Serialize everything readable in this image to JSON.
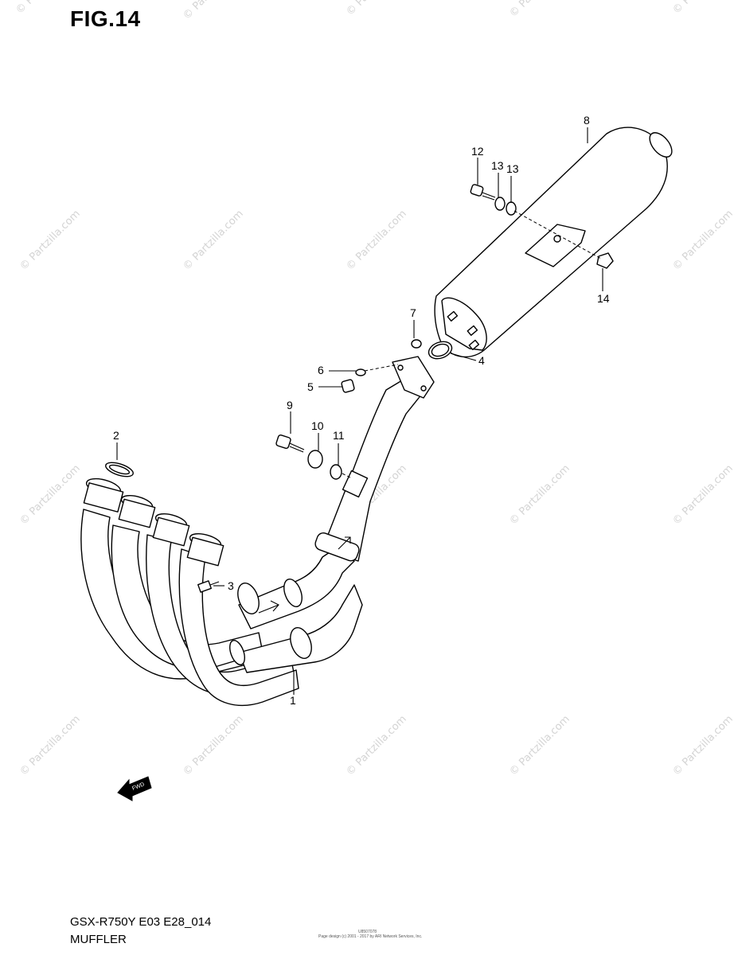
{
  "figure": {
    "title": "FIG.14"
  },
  "footer": {
    "model_code": "GSX-R750Y E03 E28_014",
    "section_name": "MUFFLER",
    "small_code": "U8507078",
    "small_note": "Page design (c) 2001 - 2017 by ARI Network Services, Inc."
  },
  "watermark": {
    "text": "© Partzilla.com"
  },
  "fwd_arrow": {
    "label": "FWD"
  },
  "callouts": [
    "1",
    "2",
    "3",
    "4",
    "5",
    "6",
    "7",
    "8",
    "9",
    "10",
    "11",
    "12",
    "13",
    "13",
    "14"
  ]
}
